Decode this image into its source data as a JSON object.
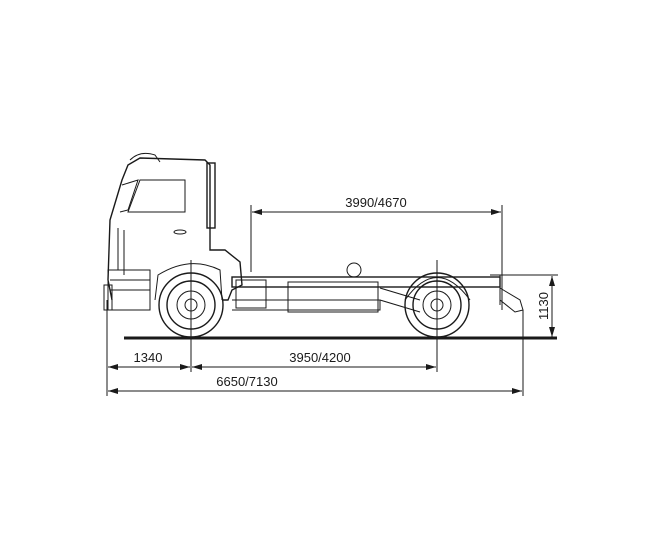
{
  "diagram": {
    "subject": "truck-chassis-side-view",
    "dimensions": {
      "frame_length": "3990/4670",
      "front_overhang": "1340",
      "wheelbase": "3950/4200",
      "overall_length": "6650/7130",
      "frame_height": "1130"
    },
    "colors": {
      "line": "#1a1a1a",
      "background": "#ffffff"
    }
  }
}
